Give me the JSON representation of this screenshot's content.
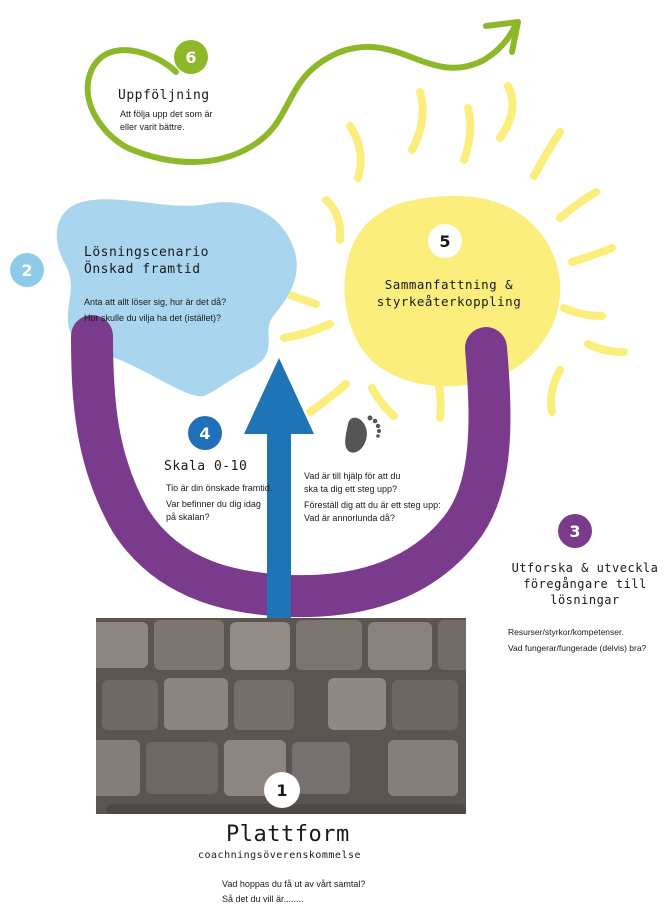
{
  "colors": {
    "green": "#8cb82a",
    "sky": "#a9d6ee",
    "sun": "#fbee7c",
    "purple": "#7b3b8c",
    "arrow_blue": "#1f74b5",
    "badge_blue": "#1f70b8",
    "badge_sky": "#8ecbe9",
    "badge_yellow": "#fbee7c"
  },
  "steps": {
    "s6": {
      "number": "6",
      "title": "Uppföljning",
      "lines": [
        "Att följa upp det som är",
        "eller varit bättre."
      ]
    },
    "s2": {
      "number": "2",
      "title_lines": [
        "Lösningscenario",
        "Önskad framtid"
      ],
      "lines": [
        "Anta att allt löser sig, hur är det då?",
        "Hur skulle du vilja ha det (istället)?"
      ]
    },
    "s5": {
      "number": "5",
      "title_lines": [
        "Sammanfattning &",
        "styrkeåterkoppling"
      ]
    },
    "s4": {
      "number": "4",
      "title": "Skala 0-10",
      "lines": [
        "Tio är din önskade framtid.",
        "Var befinner du dig idag",
        "på skalan?"
      ],
      "step_lines": [
        "Vad är till hjälp för att du",
        "ska ta dig ett steg upp?",
        "Föreställ dig att du är ett steg upp:",
        "Vad är annorlunda då?"
      ],
      "footprint_icon": "footprint-icon"
    },
    "s3": {
      "number": "3",
      "title_lines": [
        "Utforska & utveckla",
        "föregångare till",
        "lösningar"
      ],
      "lines": [
        "Resurser/styrkor/kompetenser.",
        "Vad fungerar/fungerade (delvis) bra?"
      ]
    },
    "s1": {
      "number": "1",
      "title": "Plattform",
      "subtitle": "coachningsöverenskommelse",
      "lines": [
        "Vad hoppas du få ut av vårt samtal?",
        "Så det du vill är........"
      ]
    }
  }
}
